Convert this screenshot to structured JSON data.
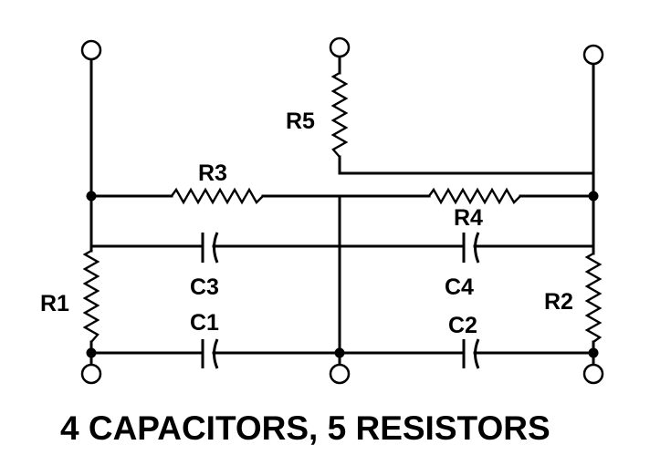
{
  "diagram": {
    "caption": "4 CAPACITORS, 5 RESISTORS",
    "components": {
      "R1": "R1",
      "R2": "R2",
      "R3": "R3",
      "R4": "R4",
      "R5": "R5",
      "C1": "C1",
      "C2": "C2",
      "C3": "C3",
      "C4": "C4"
    },
    "colors": {
      "line": "#000000",
      "background": "#ffffff"
    }
  }
}
